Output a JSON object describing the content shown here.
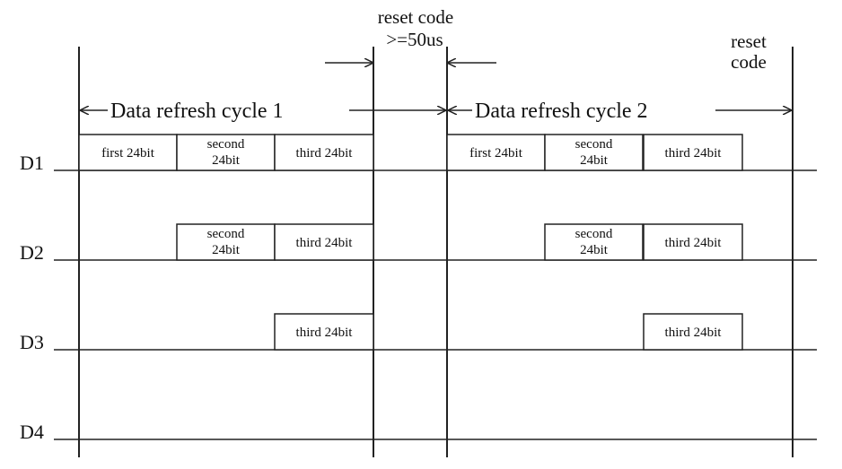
{
  "annotations": {
    "reset_code_middle": [
      "reset code",
      ">=50us"
    ],
    "reset_code_right": [
      "reset",
      "code"
    ]
  },
  "cycles": [
    {
      "label": "Data refresh cycle 1"
    },
    {
      "label": "Data refresh cycle 2"
    }
  ],
  "rows": [
    {
      "label": "D1",
      "boxes": [
        {
          "cycle": 0,
          "slot": 0,
          "lines": [
            "first 24bit"
          ]
        },
        {
          "cycle": 0,
          "slot": 1,
          "lines": [
            "second",
            "24bit"
          ]
        },
        {
          "cycle": 0,
          "slot": 2,
          "lines": [
            "third 24bit"
          ]
        },
        {
          "cycle": 1,
          "slot": 0,
          "lines": [
            "first 24bit"
          ]
        },
        {
          "cycle": 1,
          "slot": 1,
          "lines": [
            "second",
            "24bit"
          ]
        },
        {
          "cycle": 1,
          "slot": 2,
          "lines": [
            "third 24bit"
          ]
        }
      ]
    },
    {
      "label": "D2",
      "boxes": [
        {
          "cycle": 0,
          "slot": 1,
          "lines": [
            "second",
            "24bit"
          ]
        },
        {
          "cycle": 0,
          "slot": 2,
          "lines": [
            "third 24bit"
          ]
        },
        {
          "cycle": 1,
          "slot": 1,
          "lines": [
            "second",
            "24bit"
          ]
        },
        {
          "cycle": 1,
          "slot": 2,
          "lines": [
            "third 24bit"
          ]
        }
      ]
    },
    {
      "label": "D3",
      "boxes": [
        {
          "cycle": 0,
          "slot": 2,
          "lines": [
            "third 24bit"
          ]
        },
        {
          "cycle": 1,
          "slot": 2,
          "lines": [
            "third 24bit"
          ]
        }
      ]
    },
    {
      "label": "D4",
      "boxes": []
    }
  ]
}
